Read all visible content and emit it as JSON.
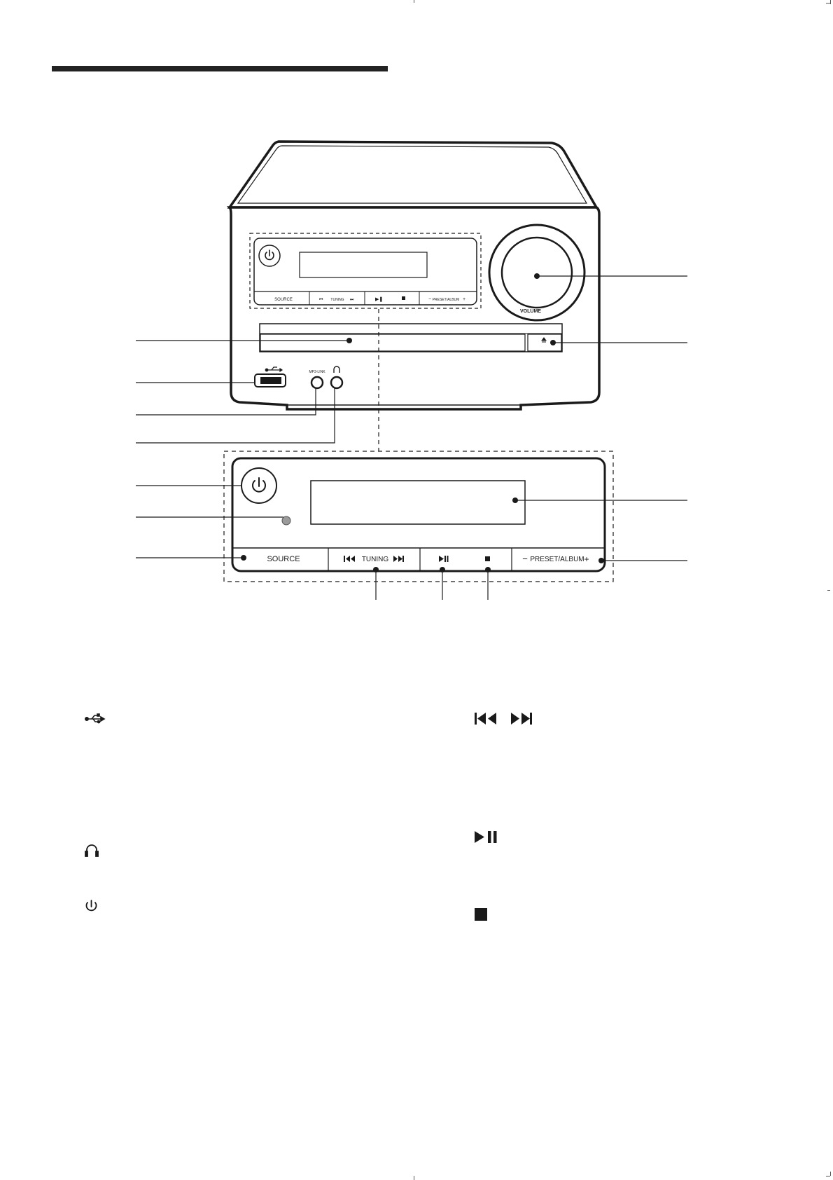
{
  "diagram": {
    "front_panel": {
      "source_label": "SOURCE",
      "tuning_label": "TUNING",
      "preset_album_label": "PRESET/ALBUM",
      "minus_sign": "−",
      "plus_sign": "+",
      "mp3_link_label": "MP3-LINK",
      "volume_label": "VOLUME"
    }
  },
  "legend": {
    "icons": [
      "usb-icon",
      "headphones-icon",
      "power-icon",
      "skip-prev-icon",
      "skip-next-icon",
      "play-pause-icon",
      "stop-icon"
    ]
  }
}
